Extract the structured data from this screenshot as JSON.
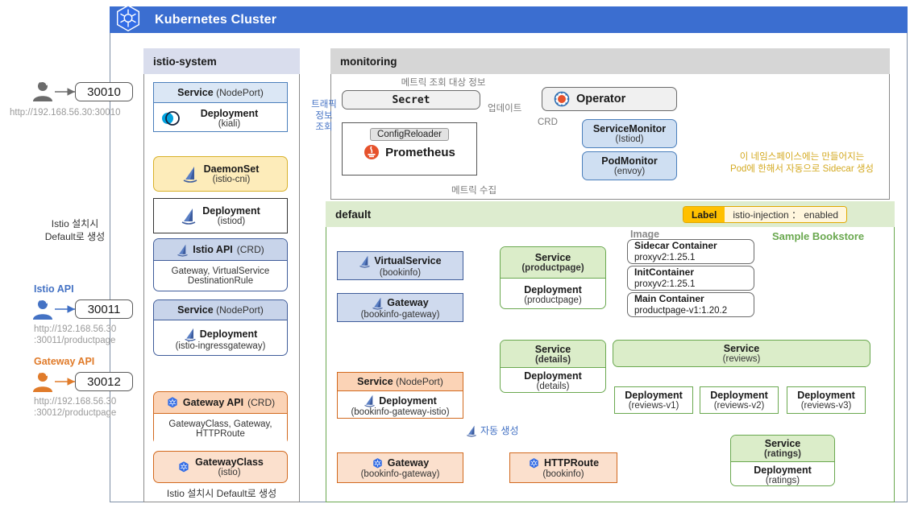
{
  "cluster": {
    "title": "Kubernetes Cluster",
    "icon": "kubernetes-icon"
  },
  "namespaces": {
    "istio_system": {
      "title": "istio-system",
      "footer": "Istio 설치시 Default로 생성"
    },
    "monitoring": {
      "title": "monitoring"
    },
    "default": {
      "title": "default",
      "watermark": "Sample Bookstore",
      "label_key": "Label",
      "label_value": "istio-injection ： enabled"
    }
  },
  "entrypoints": [
    {
      "name": "kiali",
      "api": "",
      "port": "30010",
      "url": "http://192.168.56.30:30010",
      "color": "#6b6b6b"
    },
    {
      "name": "istio-ingress",
      "api": "Istio API",
      "port": "30011",
      "url_line1": "http://192.168.56.30",
      "url_line2": ":30011/productpage",
      "color": "#4472c4"
    },
    {
      "name": "gateway-api",
      "api": "Gateway API",
      "port": "30012",
      "url_line1": "http://192.168.56.30",
      "url_line2": ":30012/productpage",
      "color": "#e07b2a"
    }
  ],
  "istio_system": {
    "kiali_service": {
      "head_bold": "Service",
      "head_light": "(NodePort)",
      "body_bold": "Deployment",
      "body_sub": "(kiali)",
      "icon": "kiali-icon"
    },
    "daemonset": {
      "body_bold": "DaemonSet",
      "body_sub": "(istio-cni)",
      "icon": "istio-sail-icon"
    },
    "istiod": {
      "body_bold": "Deployment",
      "body_sub": "(istiod)",
      "icon": "istio-sail-icon"
    },
    "istio_api_crd": {
      "head_bold": "Istio API",
      "head_light": "(CRD)",
      "icon": "istio-sail-icon",
      "body_line1": "Gateway, VirtualService",
      "body_line2": "DestinationRule"
    },
    "ingress_service": {
      "head_bold": "Service",
      "head_light": "(NodePort)",
      "body_bold": "Deployment",
      "body_sub": "(istio-ingressgateway)",
      "icon": "istio-sail-icon"
    },
    "gateway_api_crd": {
      "head_bold": "Gateway API",
      "head_light": "(CRD)",
      "icon": "kubernetes-icon",
      "body_line1": "GatewayClass, Gateway,",
      "body_line2": "HTTPRoute"
    },
    "gatewayclass": {
      "body_bold": "GatewayClass",
      "body_sub": "(istio)",
      "icon": "kubernetes-icon"
    },
    "bracket_note_line1": "Istio 설치시",
    "bracket_note_line2": "Default로 생성"
  },
  "monitoring": {
    "secret": {
      "label": "Secret",
      "caption": "메트릭 조회 대상 정보"
    },
    "prometheus": {
      "chip": "ConfigReloader",
      "label": "Prometheus",
      "icon": "prometheus-icon"
    },
    "operator": {
      "label": "Operator",
      "icon": "prometheus-icon"
    },
    "servicemonitor": {
      "bold": "ServiceMonitor",
      "sub": "(Istiod)"
    },
    "podmonitor": {
      "bold": "PodMonitor",
      "sub": "(envoy)"
    },
    "edge_update": "업데이트",
    "edge_crd": "CRD",
    "edge_traffic_l1": "트래픽",
    "edge_traffic_l2": "정보",
    "edge_traffic_l3": "조회",
    "edge_scrape": "메트릭 수집",
    "sidecar_note_l1": "이 네임스페이스에는 만들어지는",
    "sidecar_note_l2": "Pod에 한해서 자동으로 Sidecar 생성"
  },
  "default_ns": {
    "virtualservice": {
      "bold": "VirtualService",
      "sub": "(bookinfo)",
      "icon": "istio-sail-icon"
    },
    "gateway_istio": {
      "bold": "Gateway",
      "sub": "(bookinfo-gateway)",
      "icon": "istio-sail-icon"
    },
    "gwapi_service": {
      "head_bold": "Service",
      "head_light": "(NodePort)",
      "body_bold": "Deployment",
      "body_sub": "(bookinfo-gateway-istio)",
      "icon": "istio-sail-icon"
    },
    "gateway_k8s": {
      "bold": "Gateway",
      "sub": "(bookinfo-gateway)",
      "icon": "kubernetes-icon"
    },
    "httproute": {
      "bold": "HTTPRoute",
      "sub": "(bookinfo)",
      "icon": "kubernetes-icon"
    },
    "auto_create_note": "자동 생성",
    "image_label": "Image",
    "containers": [
      {
        "title": "Sidecar Container",
        "image": "proxyv2:1.25.1"
      },
      {
        "title": "InitContainer",
        "image": "proxyv2:1.25.1"
      },
      {
        "title": "Main Container",
        "image": "productpage-v1:1.20.2"
      }
    ],
    "productpage": {
      "head_bold": "Service",
      "head_sub": "(productpage)",
      "body_bold": "Deployment",
      "body_sub": "(productpage)"
    },
    "details": {
      "head_bold": "Service",
      "head_sub": "(details)",
      "body_bold": "Deployment",
      "body_sub": "(details)"
    },
    "reviews": {
      "head_bold": "Service",
      "head_sub": "(reviews)"
    },
    "review_deployments": [
      {
        "bold": "Deployment",
        "sub": "(reviews-v1)"
      },
      {
        "bold": "Deployment",
        "sub": "(reviews-v2)"
      },
      {
        "bold": "Deployment",
        "sub": "(reviews-v3)"
      }
    ],
    "ratings": {
      "head_bold": "Service",
      "head_sub": "(ratings)",
      "body_bold": "Deployment",
      "body_sub": "(ratings)"
    }
  },
  "colors": {
    "cluster_header": "#3b6ed0",
    "istio_blue": "#3f5c9a",
    "gateway_orange": "#d2691e",
    "green": "#6aa84f",
    "label_yellow": "#ffc000"
  }
}
